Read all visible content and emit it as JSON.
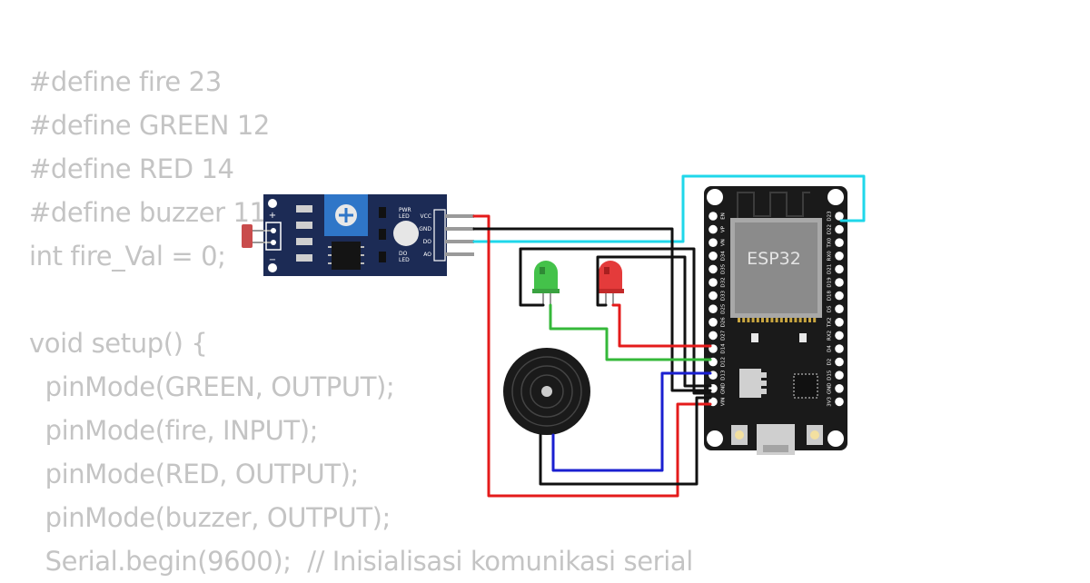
{
  "code_lines": [
    "#define fire 23",
    "#define GREEN 12",
    "#define RED 14",
    "#define buzzer 11",
    "int fire_Val = 0;",
    "",
    "void setup() {",
    "  pinMode(GREEN, OUTPUT);",
    "  pinMode(fire, INPUT);",
    "  pinMode(RED, OUTPUT);",
    "  pinMode(buzzer, OUTPUT);",
    "  Serial.begin(9600);  // Inisialisasi komunikasi serial"
  ],
  "sensor": {
    "plus": "+",
    "minus": "−",
    "pwr_led_1": "PWR",
    "pwr_led_2": "LED",
    "do_led_1": "DO",
    "do_led_2": "LED",
    "pins": [
      "VCC",
      "GND",
      "DO",
      "AO"
    ]
  },
  "esp32": {
    "label": "ESP32",
    "left_pins": [
      "EN",
      "VP",
      "VN",
      "D34",
      "D35",
      "D32",
      "D33",
      "D25",
      "D26",
      "D27",
      "D14",
      "D12",
      "D13",
      "GND",
      "VIN"
    ],
    "right_pins": [
      "D23",
      "D22",
      "TX0",
      "RX0",
      "D21",
      "D19",
      "D18",
      "D5",
      "TX2",
      "RX2",
      "D4",
      "D2",
      "D15",
      "GND",
      "3V3"
    ]
  },
  "colors": {
    "wire_red": "#e41b1b",
    "wire_black": "#111111",
    "wire_cyan": "#1fd7ea",
    "wire_green": "#35b83a",
    "wire_blue": "#1a1fd0",
    "sensor_board": "#1c2b55",
    "esp_board": "#1a1a1a",
    "code_text": "#c4c4c4"
  }
}
